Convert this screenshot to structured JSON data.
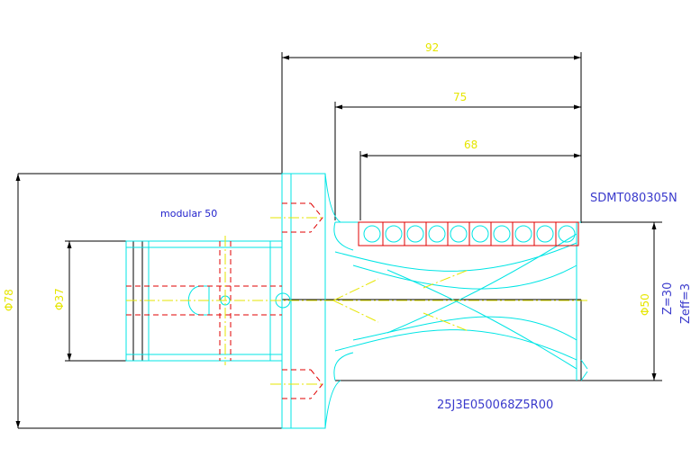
{
  "drawing": {
    "labels": {
      "overall_length": "92",
      "flute_length": "75",
      "insert_span": "68",
      "insert_code": "SDMT080305N",
      "adapter": "modular 50",
      "body_code": "25J3E050068Z5R00"
    },
    "diameters": {
      "flange": "Φ78",
      "bore": "Φ37",
      "cutter": "Φ50"
    },
    "teeth": {
      "z": "Z=30",
      "z_eff": "Zeff=3"
    }
  },
  "colors": {
    "background": "#ffffff",
    "outline": "#000000",
    "body": "#00e5e5",
    "hidden": "#e00000",
    "center": "#e6e600",
    "annotation": "#3a3acc",
    "dimension_text": "#e6e600"
  }
}
